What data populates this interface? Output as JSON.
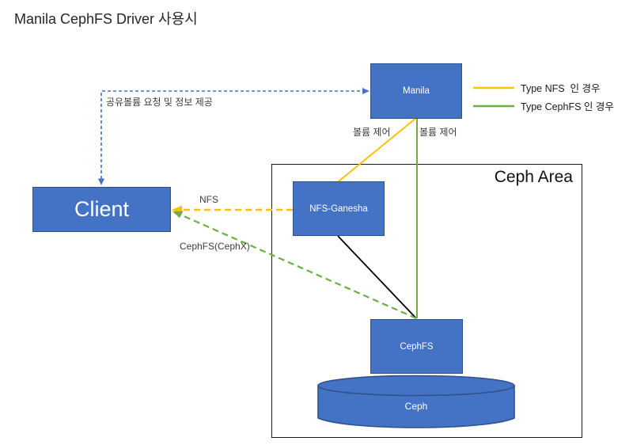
{
  "title": "Manila CephFS Driver 사용시",
  "legend": {
    "items": [
      {
        "label": "Type NFS  인 경우",
        "color": "#FFC000"
      },
      {
        "label": "Type CephFS 인 경우",
        "color": "#70AD47"
      }
    ]
  },
  "nodes": {
    "manila": {
      "label": "Manila"
    },
    "client": {
      "label": "Client"
    },
    "nfs_ganesha": {
      "label": "NFS-Ganesha"
    },
    "cephfs": {
      "label": "CephFS"
    },
    "ceph": {
      "label": "Ceph"
    },
    "ceph_area": {
      "label": "Ceph Area"
    }
  },
  "edges": {
    "share_request": {
      "label": "공유볼륨 요청 및 정보 제공",
      "color": "#4472C4",
      "style": "dashed"
    },
    "volume_control_nfs": {
      "label": "볼륨 제어",
      "color": "#FFC000",
      "style": "solid"
    },
    "volume_control_cephfs": {
      "label": "볼륨 제어",
      "color": "#70AD47",
      "style": "solid"
    },
    "nfs_mount": {
      "label": "NFS",
      "color": "#FFC000",
      "style": "dashed"
    },
    "cephx_mount": {
      "label": "CephFS(CephX)",
      "color": "#70AD47",
      "style": "dashed"
    },
    "ganesha_to_cephfs": {
      "label": "",
      "color": "#000000",
      "style": "solid"
    }
  },
  "colors": {
    "node_fill": "#4472C4",
    "node_border": "#2F528F",
    "nfs_yellow": "#FFC000",
    "cephfs_green": "#70AD47",
    "request_blue": "#4472C4",
    "area_border": "#1a1a1a"
  }
}
